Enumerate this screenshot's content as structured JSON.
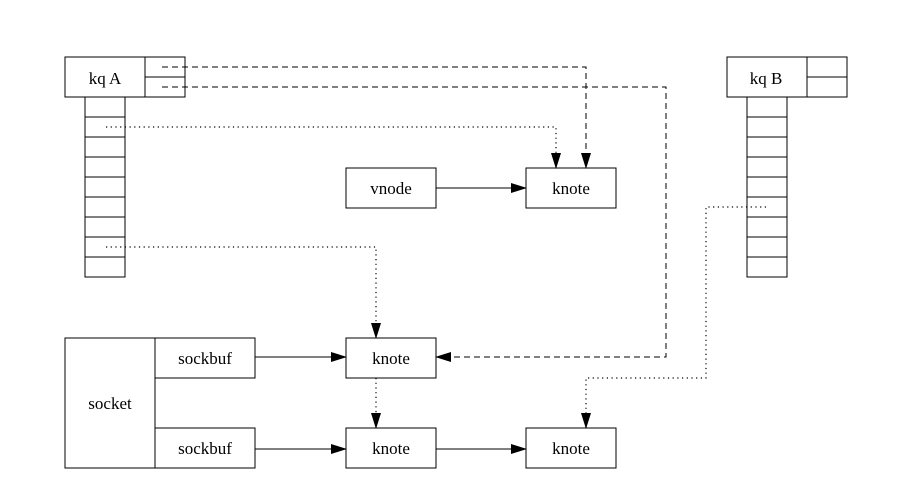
{
  "nodes": {
    "kq_a": "kq A",
    "kq_b": "kq B",
    "vnode": "vnode",
    "knote_top": "knote",
    "socket": "socket",
    "sockbuf_1": "sockbuf",
    "sockbuf_2": "sockbuf",
    "knote_mid": "knote",
    "knote_bottom": "knote",
    "knote_bottom_right": "knote"
  },
  "edge_styles": {
    "ownership": "solid",
    "kq_list": "dashed",
    "hash_bucket": "dotted"
  },
  "colors": {
    "stroke": "#000000",
    "background": "#ffffff"
  }
}
